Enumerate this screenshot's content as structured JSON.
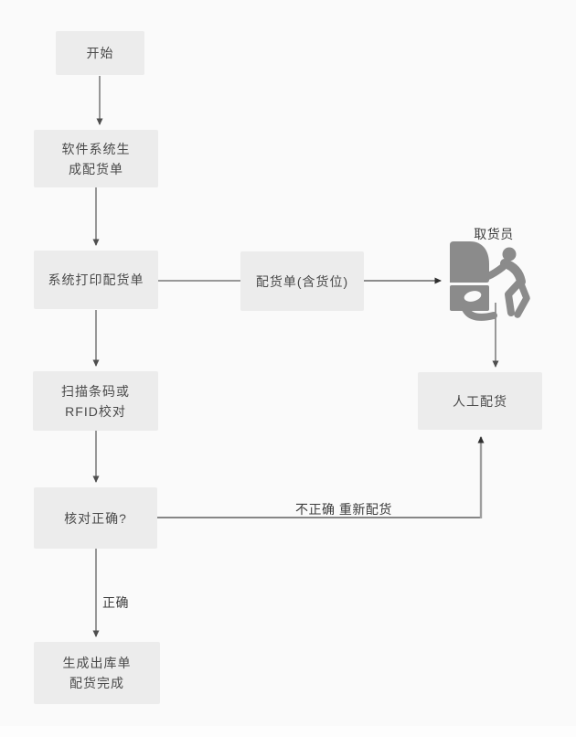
{
  "diagram": {
    "type": "flowchart",
    "background_color": "#fafafa",
    "node_fill_color": "#ececec",
    "node_text_color": "#4a4a4a",
    "arrow_color": "#7d7d7d",
    "icon_color": "#8b8b8b",
    "nodes": {
      "start": {
        "lines": [
          "开始"
        ]
      },
      "generate": {
        "lines": [
          "软件系统生",
          "成配货单"
        ]
      },
      "print": {
        "lines": [
          "系统打印配货单"
        ]
      },
      "order": {
        "lines": [
          "配货单(含货位)"
        ]
      },
      "scan": {
        "lines": [
          "扫描条码或",
          "RFID校对"
        ]
      },
      "check": {
        "lines": [
          "核对正确?"
        ]
      },
      "manual": {
        "lines": [
          "人工配货"
        ]
      },
      "done": {
        "lines": [
          "生成出库单",
          "配货完成"
        ]
      }
    },
    "labels": {
      "picker": "取货员",
      "incorrect_branch": "不正确 重新配货",
      "correct_branch": "正确"
    }
  }
}
